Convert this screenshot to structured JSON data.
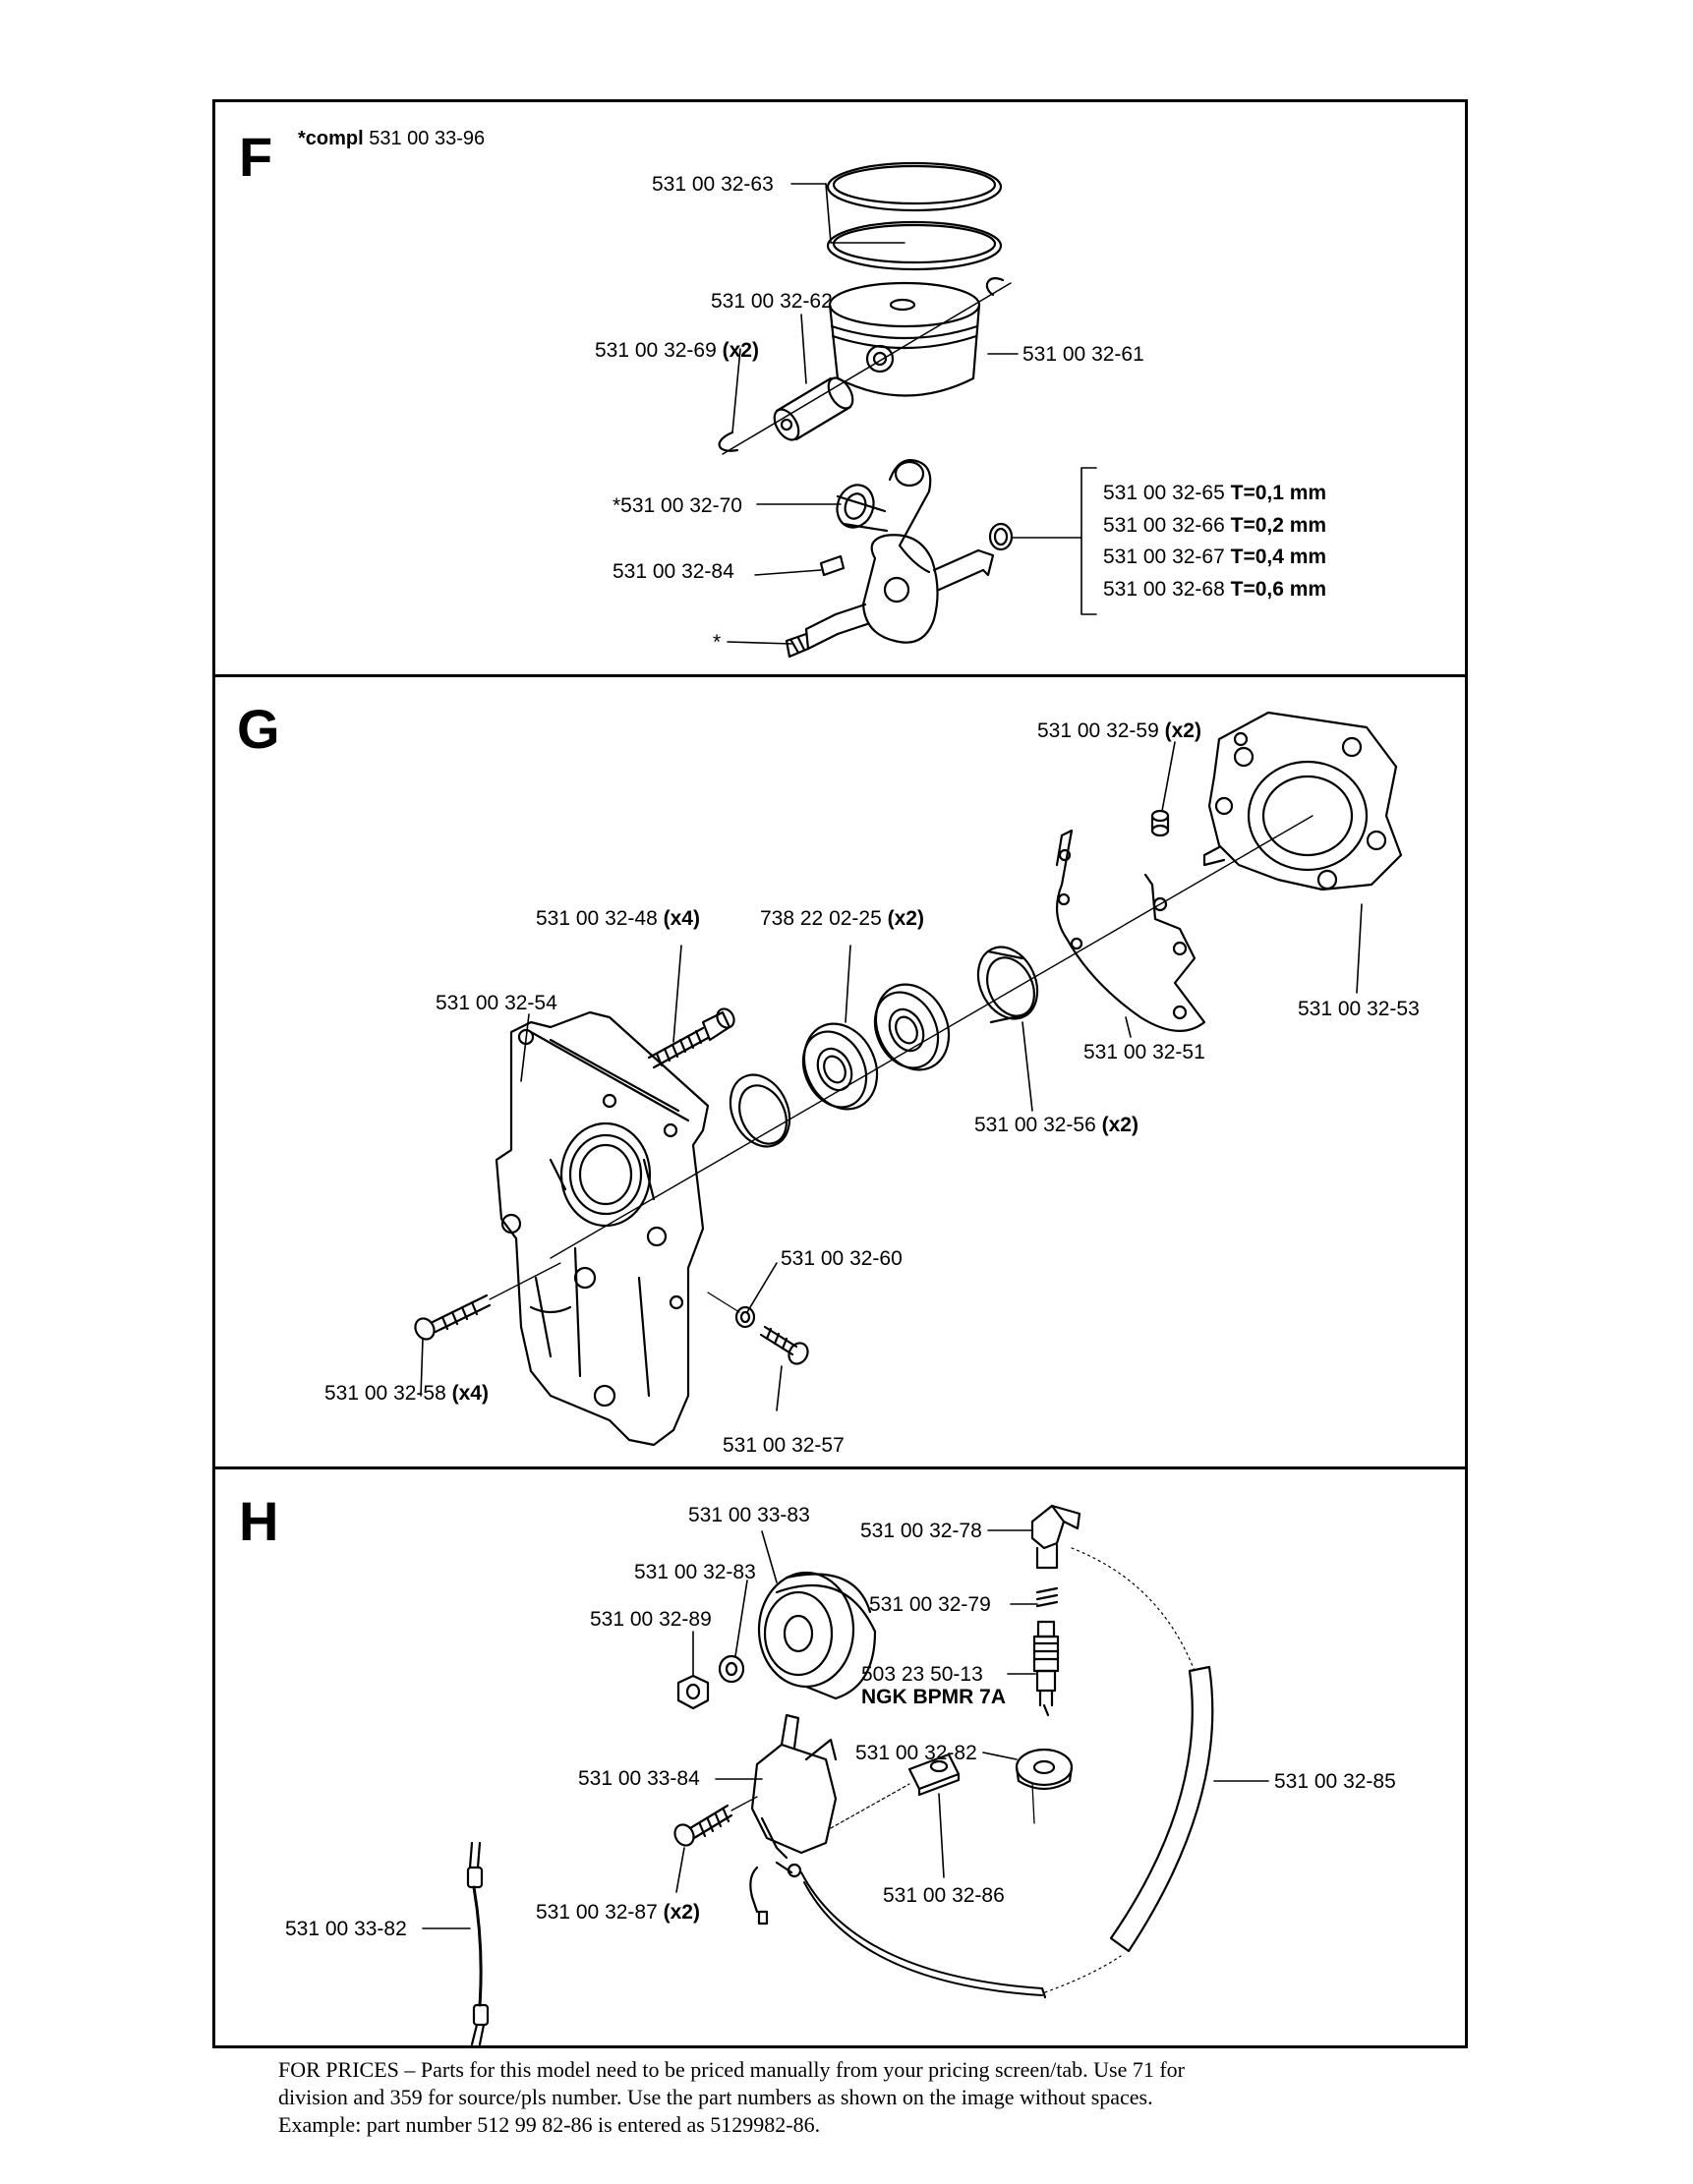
{
  "sections": [
    {
      "letter": "F"
    },
    {
      "letter": "G"
    },
    {
      "letter": "H"
    }
  ],
  "section_f": {
    "compl_prefix": "*compl",
    "compl_number": "531 00 33-96",
    "labels": {
      "rings": "531 00 32-63",
      "pin": "531 00 32-62",
      "circlip": "531 00 32-69",
      "circlip_qty": "(x2)",
      "piston": "531 00 32-61",
      "bearing": "*531 00 32-70",
      "key": "531 00 32-84",
      "star": "*",
      "shim1": "531 00 32-65",
      "shim1_t": "T=0,1 mm",
      "shim2": "531 00 32-66",
      "shim2_t": "T=0,2 mm",
      "shim3": "531 00 32-67",
      "shim3_t": "T=0,4 mm",
      "shim4": "531 00 32-68",
      "shim4_t": "T=0,6 mm"
    }
  },
  "section_g": {
    "labels": {
      "pin": "531 00 32-59",
      "pin_qty": "(x2)",
      "screw": "531 00 32-48",
      "screw_qty": "(x4)",
      "bearing": "738 22 02-25",
      "bearing_qty": "(x2)",
      "case_left": "531 00 32-54",
      "case_right": "531 00 32-53",
      "gasket": "531 00 32-51",
      "seal": "531 00 32-56",
      "seal_qty": "(x2)",
      "washer": "531 00 32-60",
      "screw2": "531 00 32-58",
      "screw2_qty": "(x4)",
      "screw3": "531 00 32-57"
    }
  },
  "section_h": {
    "labels": {
      "flywheel": "531 00 33-83",
      "cap": "531 00 32-78",
      "washer": "531 00 32-83",
      "spring": "531 00 32-79",
      "nut": "531 00 32-89",
      "plug": "503 23 50-13",
      "plug_type": "NGK BPMR 7A",
      "module": "531 00 33-84",
      "grommet": "531 00 32-82",
      "hose": "531 00 32-85",
      "cable": "531 00 33-82",
      "screw": "531 00 32-87",
      "screw_qty": "(x2)",
      "clip": "531 00 32-86"
    }
  },
  "footer": {
    "line1": "FOR PRICES – Parts for this model need to be priced manually from your pricing screen/tab.  Use 71 for",
    "line2": "division and 359 for source/pls number.  Use the part numbers as shown on the image without spaces.",
    "line3": "Example: part number 512 99 82-86 is entered as 5129982-86."
  }
}
